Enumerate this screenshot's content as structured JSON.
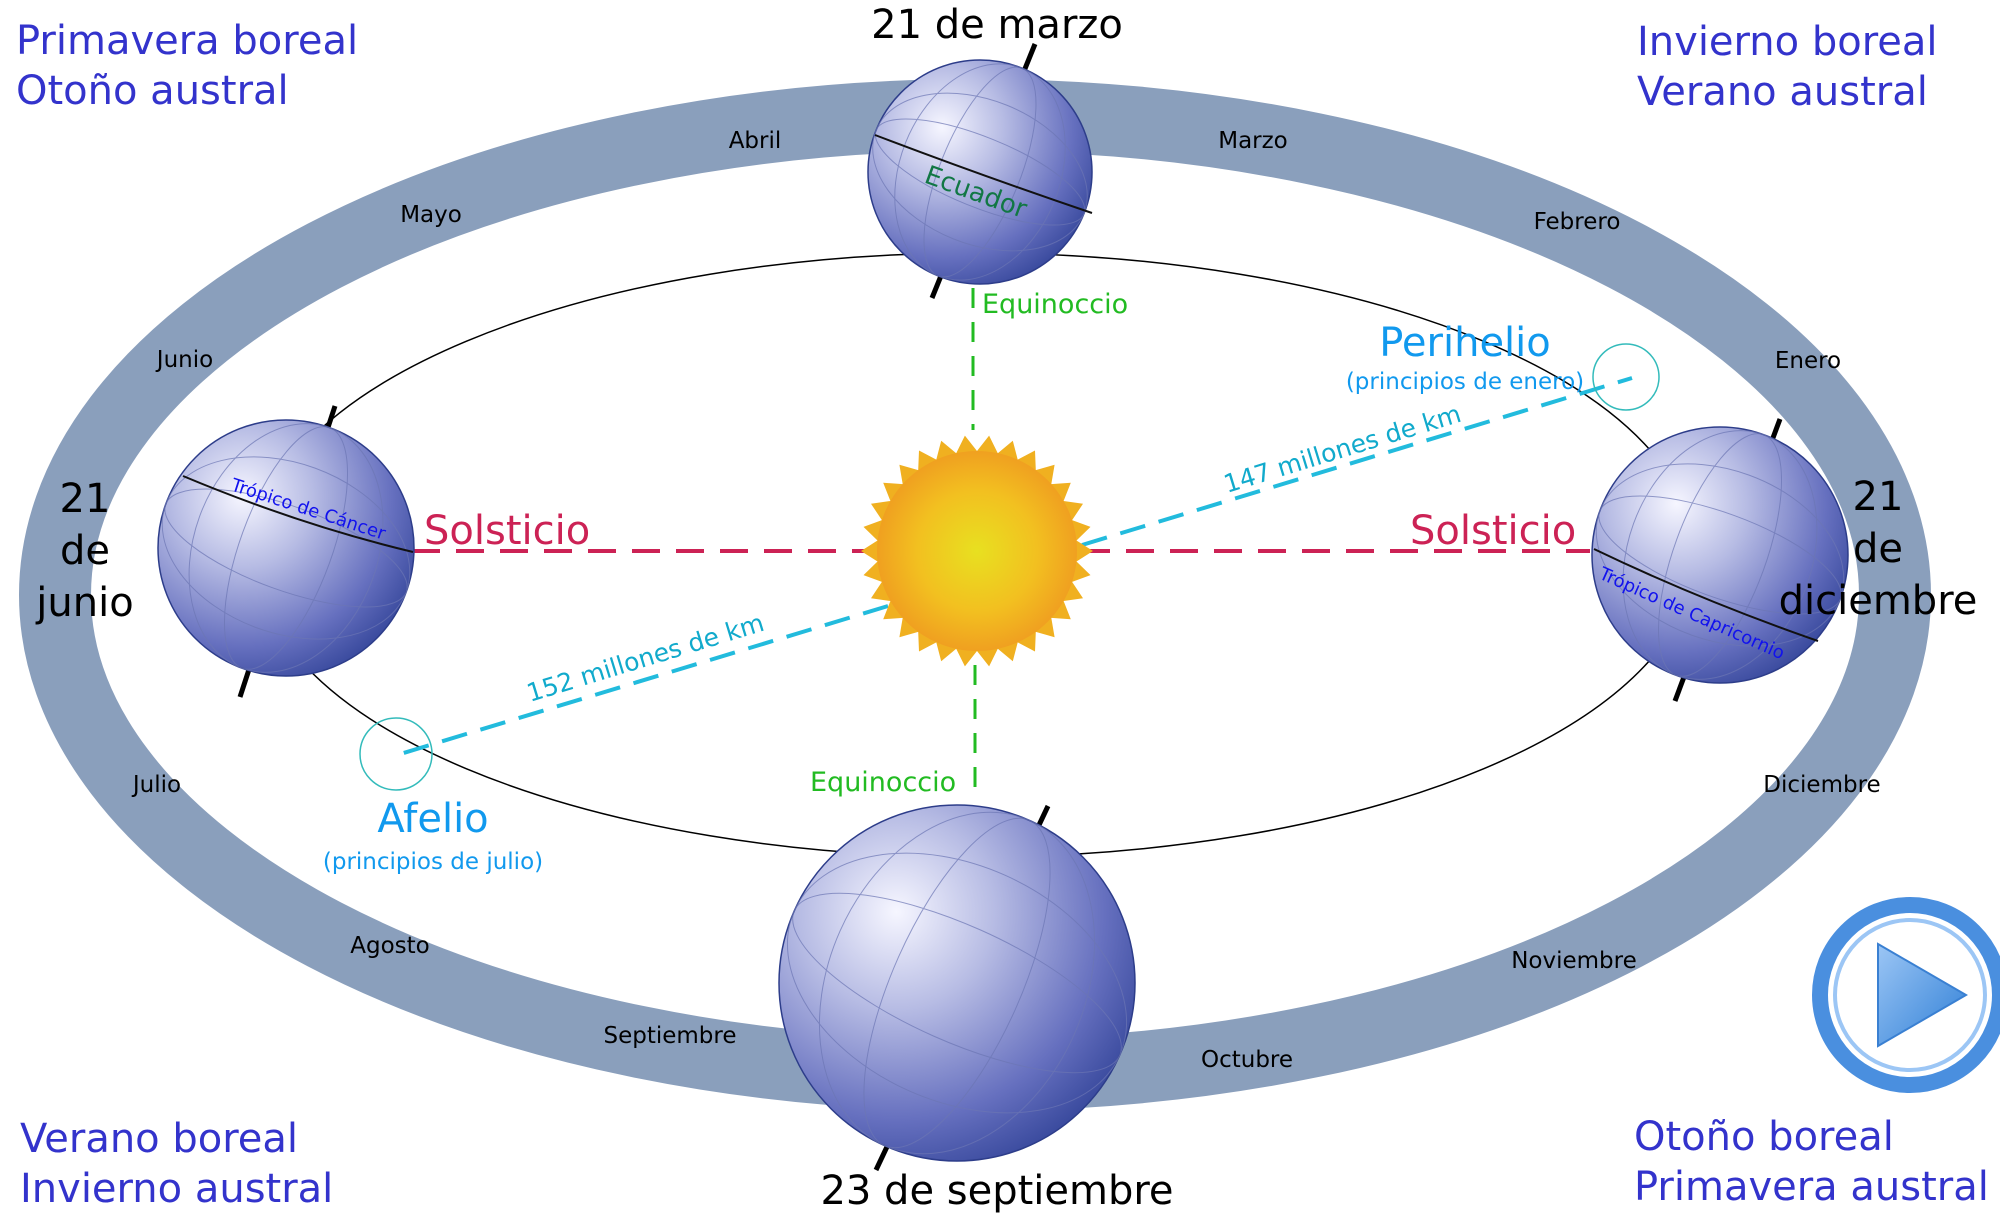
{
  "seasons": {
    "top_left": [
      "Primavera boreal",
      "Otoño austral"
    ],
    "top_right": [
      "Invierno boreal",
      "Verano austral"
    ],
    "bottom_left": [
      "Verano boreal",
      "Invierno austral"
    ],
    "bottom_right": [
      "Otoño boreal",
      "Primavera austral"
    ]
  },
  "dates": {
    "march": "21 de marzo",
    "june": [
      "21",
      "de",
      "junio"
    ],
    "december": [
      "21",
      "de",
      "diciembre"
    ],
    "september": "23 de septiembre"
  },
  "months": {
    "abril": "Abril",
    "marzo": "Marzo",
    "mayo": "Mayo",
    "febrero": "Febrero",
    "junio": "Junio",
    "enero": "Enero",
    "julio": "Julio",
    "diciembre": "Diciembre",
    "agosto": "Agosto",
    "noviembre": "Noviembre",
    "septiembre": "Septiembre",
    "octubre": "Octubre"
  },
  "labels": {
    "solsticio": "Solsticio",
    "equinoccio": "Equinoccio",
    "perihelio": "Perihelio",
    "perihelio_sub": "(principios de enero)",
    "afelio": "Afelio",
    "afelio_sub": "(principios de julio)",
    "dist_perihelio": "147 millones de km",
    "dist_afelio": "152 millones de km",
    "tropico_cancer": "Trópico de Cáncer",
    "tropico_capricornio": "Trópico de Capricornio",
    "ecuador": "Ecuador"
  },
  "icons": {
    "sun": "sun-icon",
    "earth": "earth-globe-icon",
    "play": "play-icon"
  },
  "colors": {
    "orbit_band": "#8a9fbc",
    "season_text": "#3333cc",
    "solstice": "#cc2255",
    "equinox": "#22bb22",
    "perihelion": "#1199ee",
    "distance": "#11aacc",
    "sun_core": "#e8e020",
    "sun_edge": "#f0a020",
    "earth_light": "#eeeefa",
    "earth_dark": "#3a4ba0"
  }
}
